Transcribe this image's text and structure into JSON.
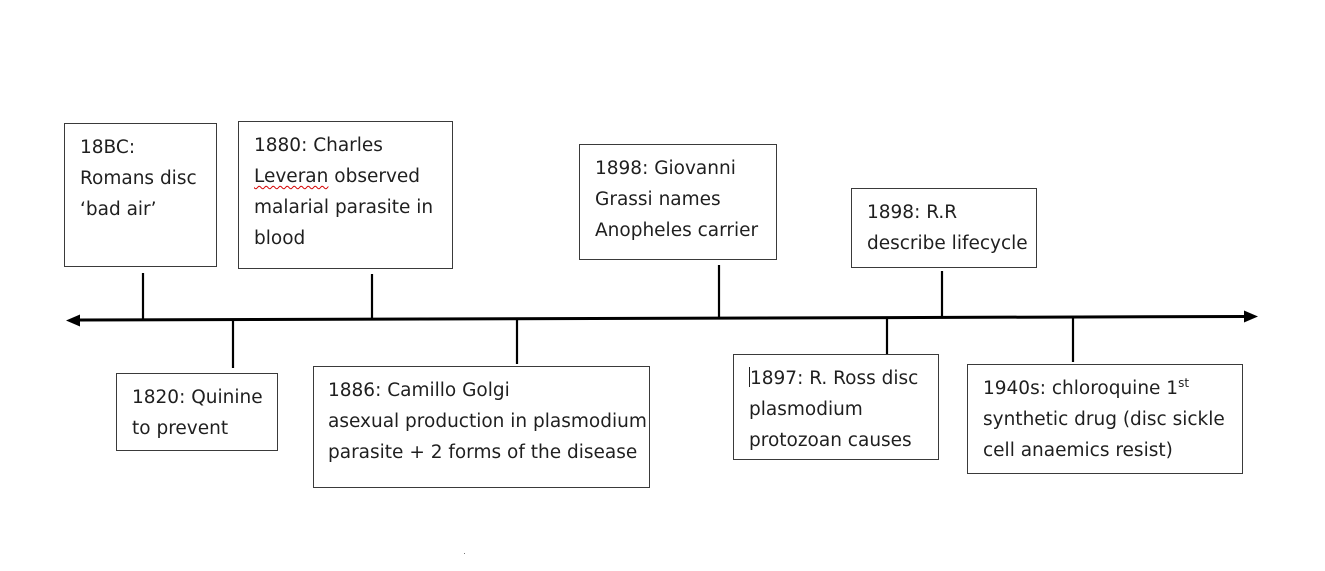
{
  "timeline": {
    "direction": "bidirectional",
    "events": [
      {
        "id": "18bc",
        "position": "above",
        "lines": [
          "18BC:",
          "Romans disc",
          "‘bad air’"
        ]
      },
      {
        "id": "1880",
        "position": "above",
        "lines": [
          " 1880: Charles",
          "Leveran observed",
          "malarial parasite in",
          "blood"
        ],
        "spellcheck_word": "Leveran"
      },
      {
        "id": "1898-grassi",
        "position": "above",
        "lines": [
          " 1898: Giovanni",
          "Grassi names",
          "Anopheles carrier"
        ]
      },
      {
        "id": "1898-rr",
        "position": "above",
        "lines": [
          " 1898: R.R",
          "describe lifecycle"
        ]
      },
      {
        "id": "1820",
        "position": "below",
        "lines": [
          " 1820: Quinine",
          "to prevent"
        ]
      },
      {
        "id": "1886",
        "position": "below",
        "lines": [
          " 1886: Camillo Golgi",
          "asexual production in plasmodium",
          "parasite + 2 forms of the disease"
        ]
      },
      {
        "id": "1897",
        "position": "below",
        "lines": [
          "1897: R. Ross disc",
          "plasmodium",
          "protozoan causes"
        ],
        "has_cursor": true
      },
      {
        "id": "1940s",
        "position": "below",
        "lines": [
          " 1940s: chloroquine 1",
          "synthetic drug (disc sickle",
          "cell anaemics resist)"
        ],
        "superscript": "st"
      }
    ]
  }
}
